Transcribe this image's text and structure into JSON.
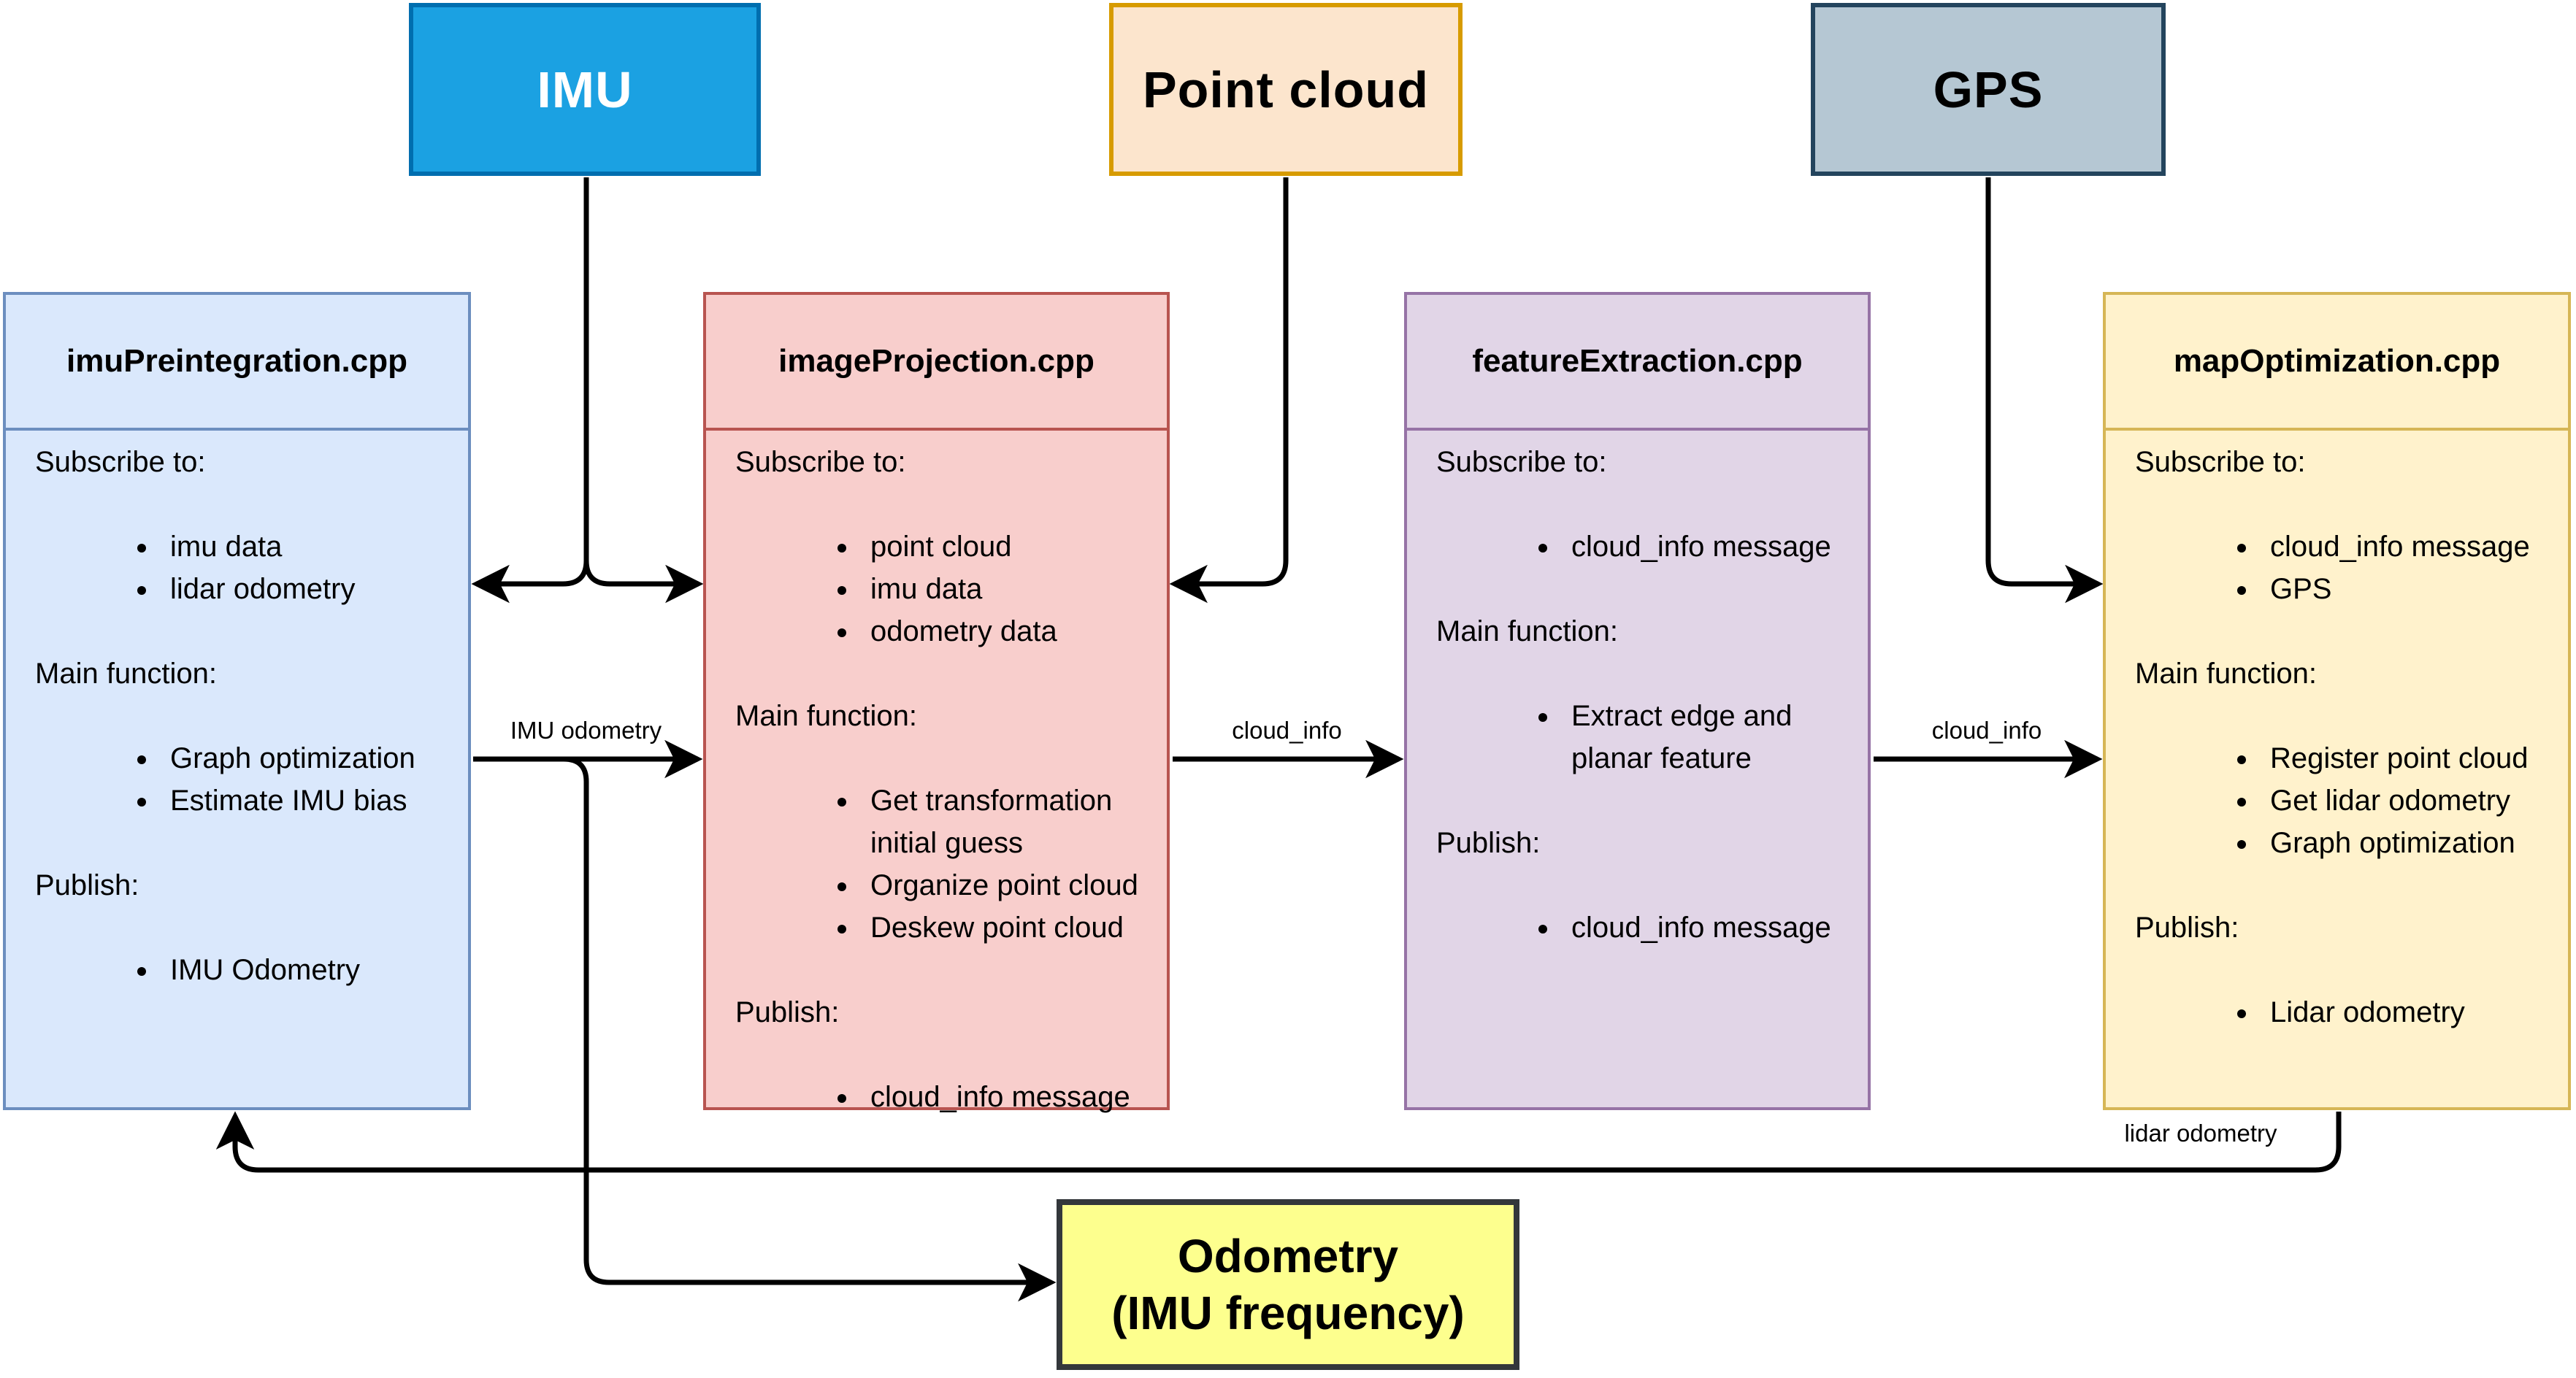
{
  "palette": {
    "imu_fill": "#1BA1E2",
    "imu_stroke": "#006EAF",
    "point_cloud_fill": "#FCE5CD",
    "point_cloud_stroke": "#D79B00",
    "gps_fill": "#B5C7D3",
    "gps_stroke": "#23445D",
    "imu_preintegration_fill": "#DAE8FC",
    "imu_preintegration_stroke": "#6C8EBF",
    "image_projection_fill": "#F8CECC",
    "image_projection_stroke": "#B85450",
    "feature_extraction_fill": "#E1D5E7",
    "feature_extraction_stroke": "#9673A6",
    "map_optimization_fill": "#FFF2CC",
    "map_optimization_stroke": "#D6B656",
    "odometry_fill": "#FDFF8E",
    "odometry_stroke": "#33373B",
    "wire_color": "#000000"
  },
  "sources": {
    "imu": {
      "label": "IMU"
    },
    "point_cloud": {
      "label": "Point cloud"
    },
    "gps": {
      "label": "GPS"
    }
  },
  "nodes": [
    {
      "title": "imuPreintegration.cpp",
      "sections": [
        {
          "heading": "Subscribe to:",
          "bullets": [
            "imu data",
            "lidar odometry"
          ]
        },
        {
          "heading": "Main function:",
          "bullets": [
            "Graph optimization",
            "Estimate IMU bias"
          ]
        },
        {
          "heading": "Publish:",
          "bullets": [
            "IMU Odometry"
          ]
        }
      ]
    },
    {
      "title": "imageProjection.cpp",
      "sections": [
        {
          "heading": "Subscribe to:",
          "bullets": [
            "point cloud",
            "imu data",
            "odometry data"
          ]
        },
        {
          "heading": "Main function:",
          "bullets": [
            "Get transformation initial guess",
            "Organize point cloud",
            "Deskew point cloud"
          ]
        },
        {
          "heading": "Publish:",
          "bullets": [
            "cloud_info message"
          ]
        }
      ]
    },
    {
      "title": "featureExtraction.cpp",
      "sections": [
        {
          "heading": "Subscribe to:",
          "bullets": [
            "cloud_info message"
          ]
        },
        {
          "heading": "Main function:",
          "bullets": [
            "Extract edge and planar feature"
          ]
        },
        {
          "heading": "Publish:",
          "bullets": [
            "cloud_info message"
          ]
        }
      ]
    },
    {
      "title": "mapOptimization.cpp",
      "sections": [
        {
          "heading": "Subscribe to:",
          "bullets": [
            "cloud_info message",
            "GPS"
          ]
        },
        {
          "heading": "Main function:",
          "bullets": [
            "Register point cloud",
            "Get lidar odometry",
            "Graph optimization"
          ]
        },
        {
          "heading": "Publish:",
          "bullets": [
            "Lidar odometry"
          ]
        }
      ]
    }
  ],
  "sink": {
    "line1": "Odometry",
    "line2": "(IMU frequency)"
  },
  "edges": {
    "imu_odometry": "IMU odometry",
    "cloud_info_1": "cloud_info",
    "cloud_info_2": "cloud_info",
    "lidar_odometry": "lidar odometry"
  }
}
